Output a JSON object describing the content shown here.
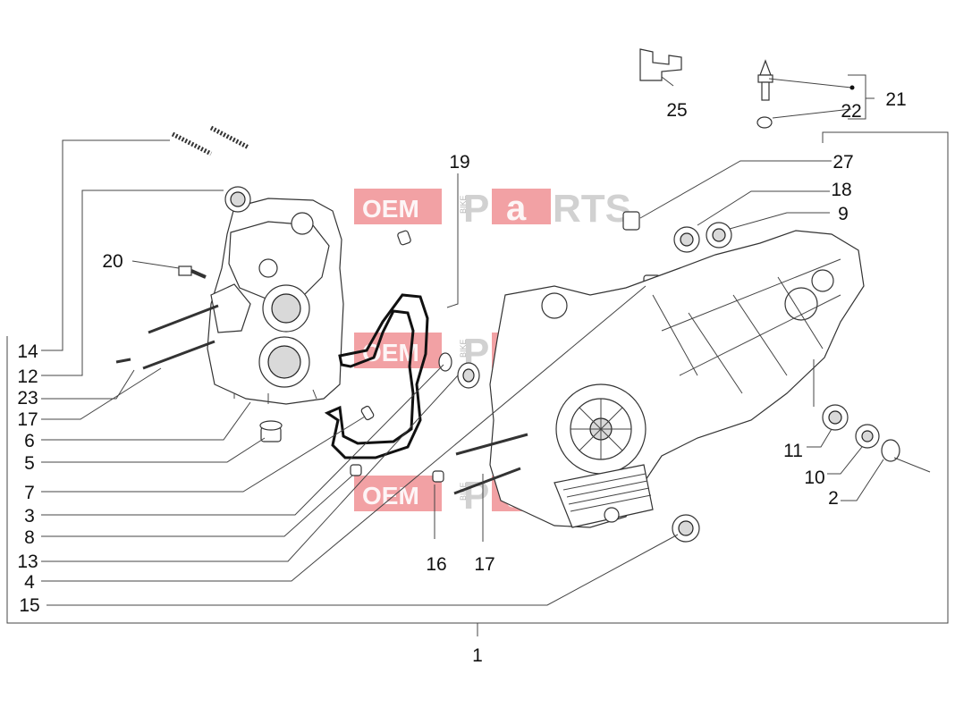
{
  "watermark": {
    "brand_a": "OEM",
    "brand_b": "BIKE",
    "brand_c": "P",
    "brand_d": "a",
    "brand_e": "RTS"
  },
  "callouts": {
    "c1": "1",
    "c2": "2",
    "c3": "3",
    "c4": "4",
    "c5": "5",
    "c6": "6",
    "c7": "7",
    "c8": "8",
    "c9": "9",
    "c10": "10",
    "c11": "11",
    "c12": "12",
    "c13": "13",
    "c14": "14",
    "c15": "15",
    "c16": "16",
    "c17a": "17",
    "c17b": "17",
    "c18": "18",
    "c19": "19",
    "c20": "20",
    "c21": "21",
    "c22": "22",
    "c23": "23",
    "c25": "25",
    "c27": "27"
  }
}
